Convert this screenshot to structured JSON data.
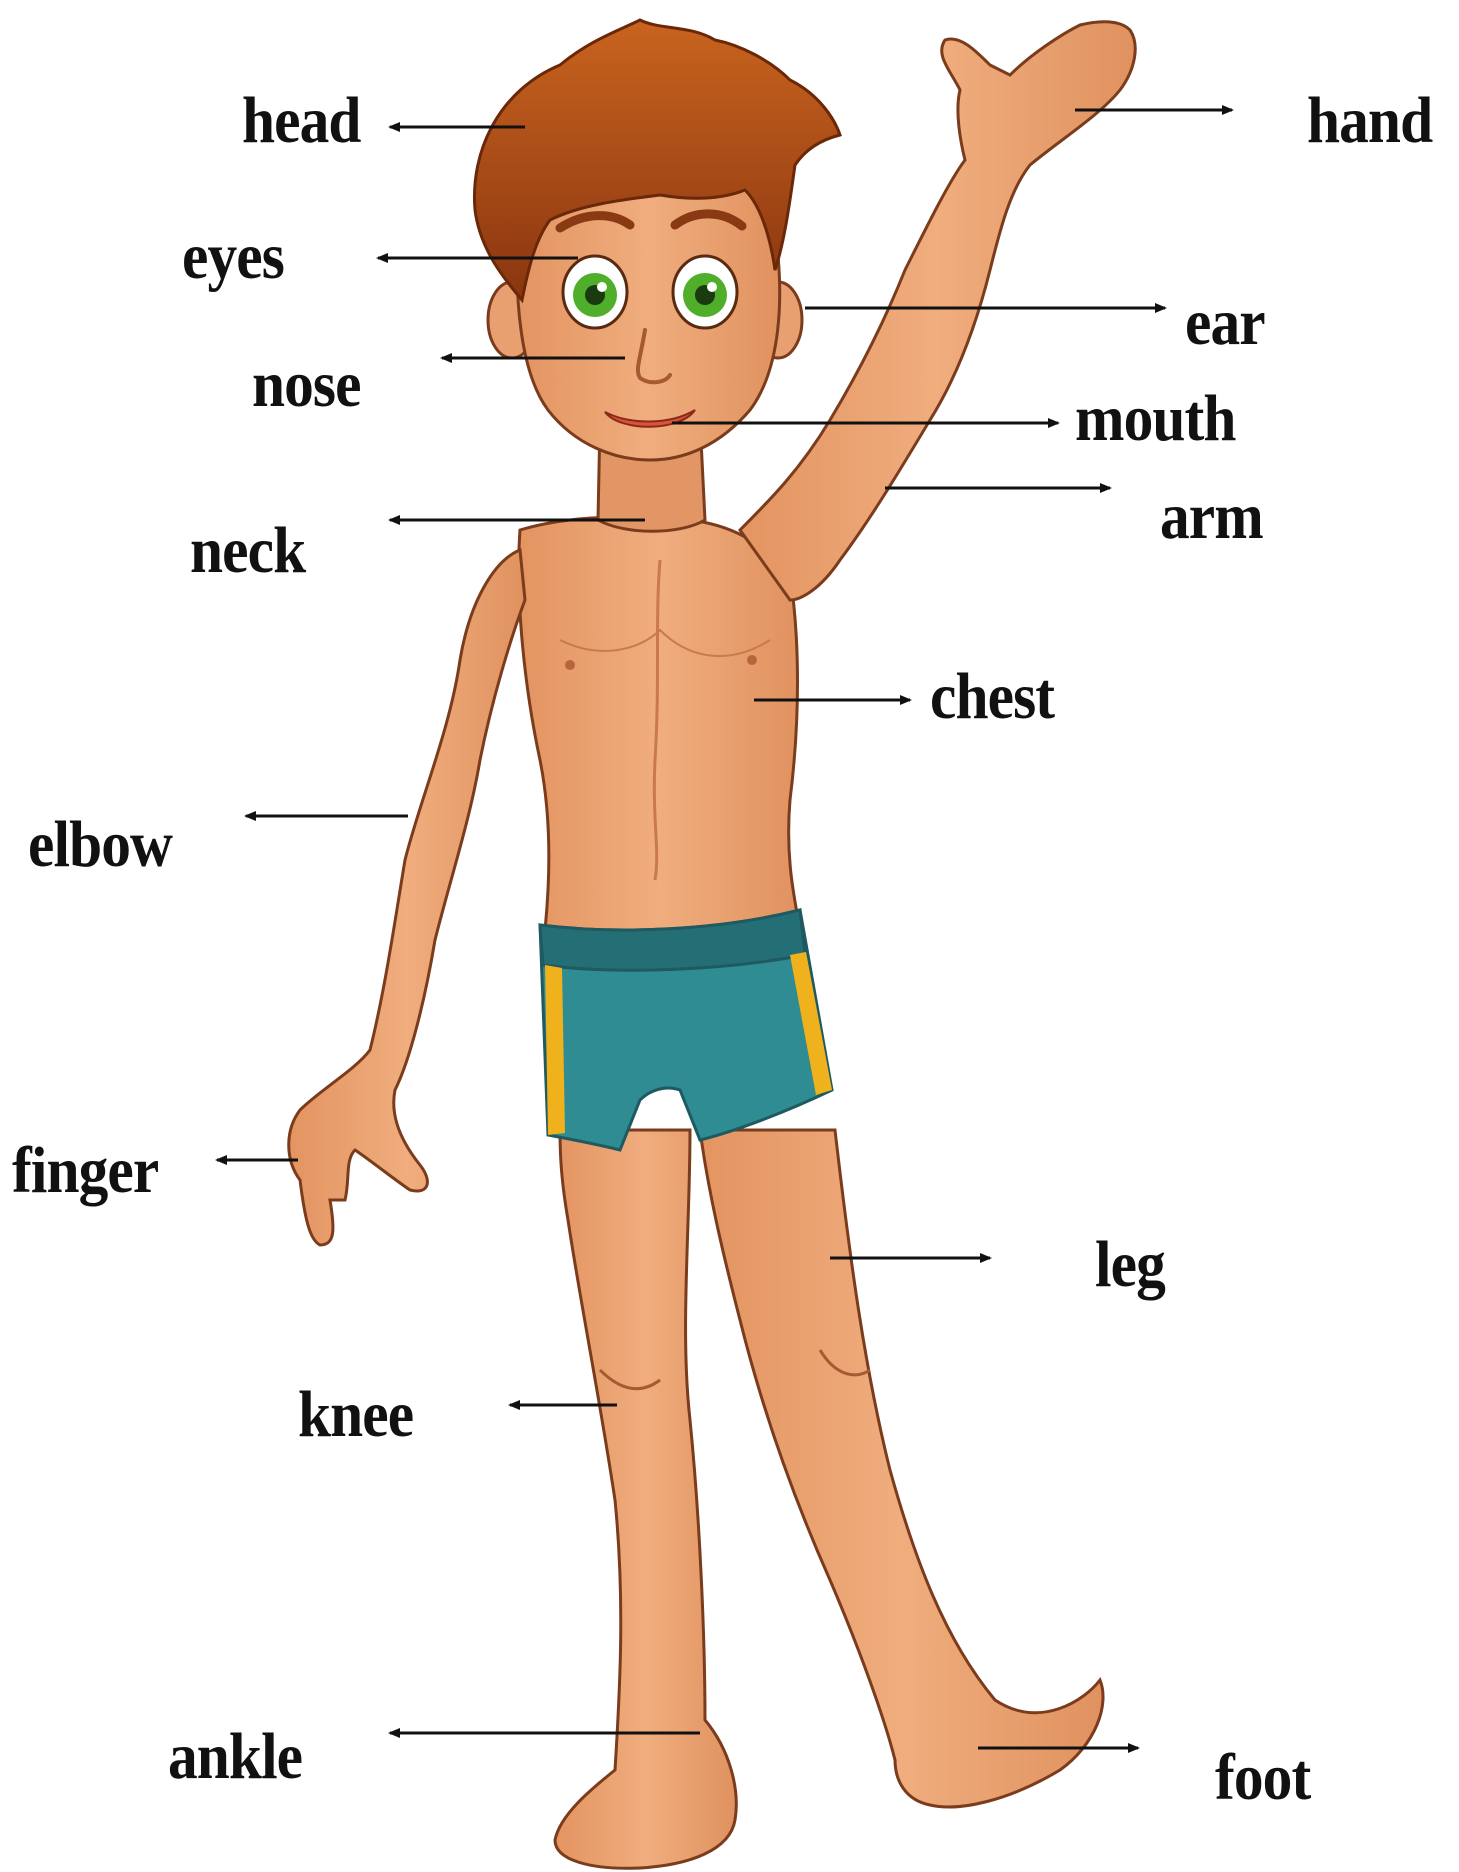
{
  "labels": {
    "head": "head",
    "eyes": "eyes",
    "nose": "nose",
    "neck": "neck",
    "elbow": "elbow",
    "finger": "finger",
    "knee": "knee",
    "ankle": "ankle",
    "hand": "hand",
    "ear": "ear",
    "mouth": "mouth",
    "arm": "arm",
    "chest": "chest",
    "leg": "leg",
    "foot": "foot"
  },
  "colors": {
    "skin": "#e9a071",
    "skin_shade": "#d7875a",
    "outline": "#7a3c1c",
    "hair": "#b6531a",
    "hair_dark": "#7b2f0c",
    "eye": "#4fae2a",
    "lips": "#d9533f",
    "trunks": "#2f8c93",
    "trunks_dark": "#246f75",
    "stripe": "#f0b21c",
    "arrow": "#111111",
    "background": "#ffffff"
  }
}
